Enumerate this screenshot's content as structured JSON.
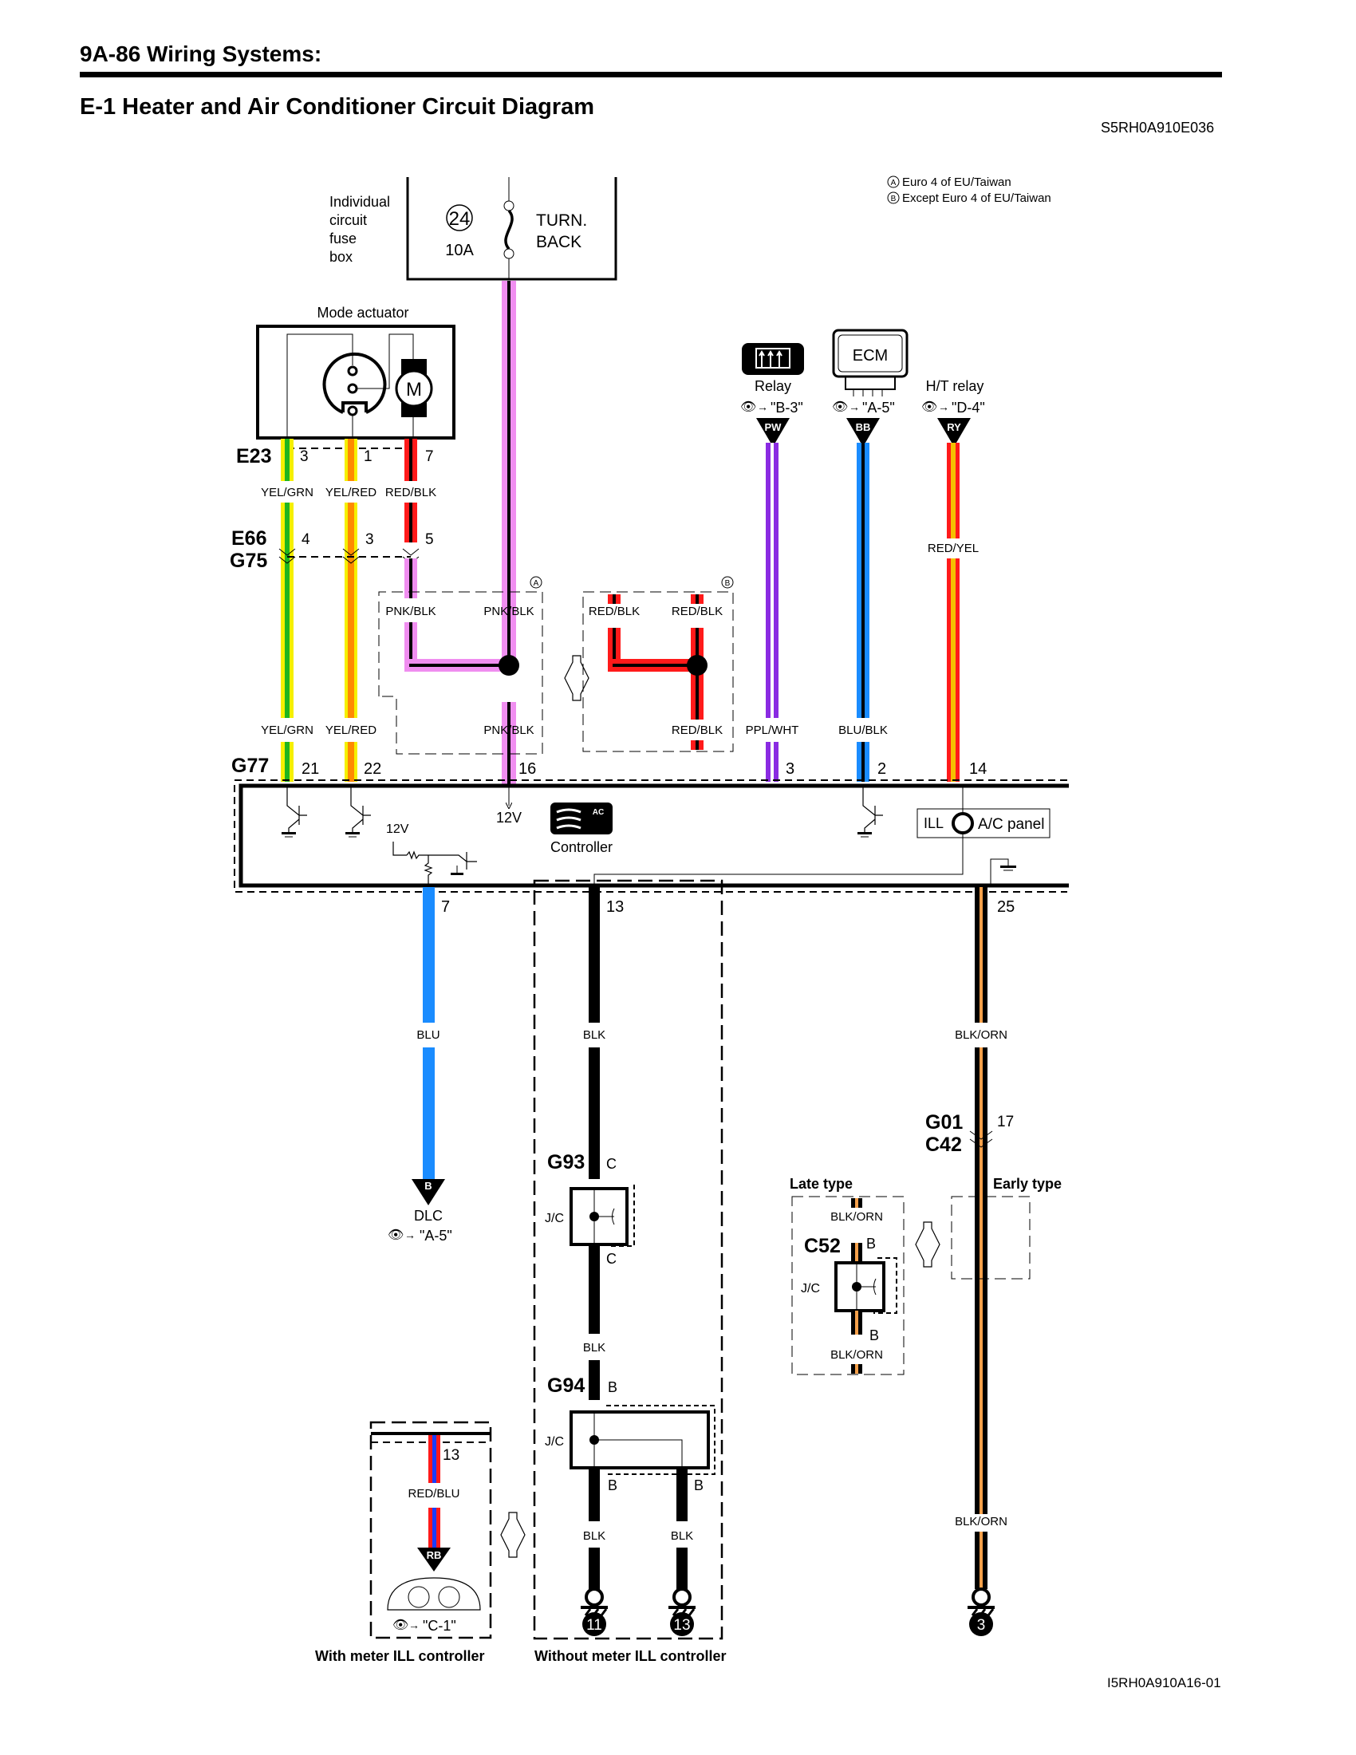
{
  "header": {
    "section": "9A-86  Wiring Systems:",
    "title": "E-1 Heater and Air Conditioner Circuit Diagram",
    "doc_code": "S5RH0A910E036",
    "figure_code": "I5RH0A910A16-01"
  },
  "legend": {
    "a_mark": "A",
    "a_text": "Euro 4 of EU/Taiwan",
    "b_mark": "B",
    "b_text": "Except Euro 4 of EU/Taiwan"
  },
  "fuse_box": {
    "label_lines": [
      "Individual",
      "circuit",
      "fuse",
      "box"
    ],
    "fuse_number": "24",
    "rating": "10A",
    "name_lines": [
      "TURN.",
      "BACK"
    ]
  },
  "mode_actuator": {
    "label": "Mode actuator",
    "motor": "M",
    "connector": "E23",
    "pins": [
      "3",
      "1",
      "7"
    ]
  },
  "joint_e66_g75": {
    "connector_top": "E66",
    "connector_bottom": "G75",
    "pins": [
      "4",
      "3",
      "5"
    ]
  },
  "wire_colors": {
    "yel_grn": "YEL/GRN",
    "yel_red": "YEL/RED",
    "red_blk": "RED/BLK",
    "pnk_blk": "PNK/BLK",
    "ppl_wht": "PPL/WHT",
    "blu_blk": "BLU/BLK",
    "red_yel": "RED/YEL",
    "blu": "BLU",
    "blk": "BLK",
    "blk_orn": "BLK/ORN",
    "red_blu": "RED/BLU"
  },
  "variants": {
    "a_label": "A",
    "b_label": "B"
  },
  "devices": {
    "relay": {
      "label": "Relay",
      "ref": "\"B-3\"",
      "code": "PW"
    },
    "ecm": {
      "label": "ECM",
      "ref": "\"A-5\"",
      "code": "BB"
    },
    "ht_relay": {
      "label": "H/T relay",
      "ref": "\"D-4\"",
      "code": "RY"
    }
  },
  "controller": {
    "connector": "G77",
    "pins_top": [
      "21",
      "22",
      "16",
      "3",
      "2",
      "14"
    ],
    "pins_bottom": [
      "7",
      "13",
      "25"
    ],
    "supply_a": "12V",
    "supply_b": "12V",
    "name": "Controller",
    "ac_badge": "AC",
    "ill_label": "ILL",
    "panel_label": "A/C panel"
  },
  "dlc": {
    "code": "B",
    "label": "DLC",
    "ref": "\"A-5\""
  },
  "junctions": {
    "g93": {
      "connector": "G93",
      "pin_top": "C",
      "pin_bottom": "C",
      "type": "J/C"
    },
    "g94": {
      "connector": "G94",
      "pin_top": "B",
      "pin_left": "B",
      "pin_right": "B",
      "type": "J/C"
    },
    "c52": {
      "connector": "C52",
      "pin_top": "B",
      "pin_bottom": "B",
      "type": "J/C"
    }
  },
  "g01_c42": {
    "connector_top": "G01",
    "connector_bottom": "C42",
    "pin": "17"
  },
  "types": {
    "late": "Late type",
    "early": "Early type"
  },
  "meter": {
    "pin": "13",
    "code": "RB",
    "ref": "\"C-1\""
  },
  "grounds": [
    "11",
    "13",
    "3"
  ],
  "captions": {
    "with_meter": "With meter ILL controller",
    "without_meter": "Without meter ILL controller"
  },
  "colors": {
    "yellow": "#f5f000",
    "green": "#1fb51f",
    "orange": "#ff8a00",
    "red": "#ff1a1a",
    "pink": "#f08ef0",
    "purple": "#8a2be2",
    "blue": "#1a8cff",
    "light_orange": "#f5a04a"
  }
}
